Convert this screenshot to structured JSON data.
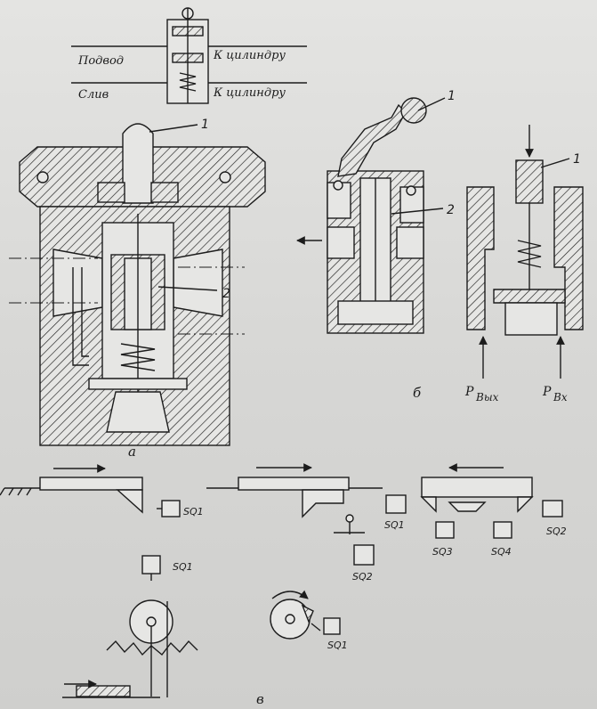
{
  "symbol": {
    "supply_label": "Подвод",
    "drain_label": "Слив",
    "to_cylinder_1": "К цилиндру",
    "to_cylinder_2": "К цилиндру"
  },
  "view_a": {
    "callout_1": "1",
    "callout_2": "2",
    "caption": "а"
  },
  "view_b": {
    "callout_1": "1",
    "callout_2": "2",
    "caption": "б"
  },
  "view_c": {
    "callout_1": "1",
    "p_out": "Р",
    "p_out_sub": "Вых",
    "p_in": "Р",
    "p_in_sub": "Вх"
  },
  "switches": {
    "s1": "SQ1",
    "s2": "SQ2",
    "s3": "SQ1",
    "s4": "SQ3",
    "s5": "SQ4",
    "s6": "SQ2",
    "s7": "SQ1",
    "s8": "SQ1"
  },
  "caption_v": "в"
}
